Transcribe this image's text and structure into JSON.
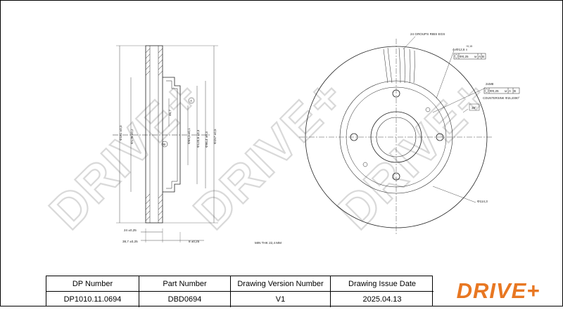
{
  "drawing": {
    "side_view_labels": {
      "dia_outer": "Φ257 ±0,5",
      "dia_hat": "Φ176 ±0,2",
      "dia_mid": "Φ161 ±0,3",
      "dia_bore": "Φ69,2 ±0,1",
      "dia_inner1": "Φ120,6 ±0,3",
      "dia_inner2": "Φ96,4 ±0,3",
      "height": "46,7",
      "thickness": "24 ±0,25",
      "overall": "38,7 ±0,25",
      "hat_thk": "8 ±0,25",
      "datum_a": "A",
      "datum_b": "B",
      "min_thk": "MIN THK 22,4 MM"
    },
    "front_view_labels": {
      "ribs": "24 GROUPS RIBS EGS",
      "holes": "4xΦ12,6",
      "holes_tol": "+0,15",
      "holes_tol2": "0",
      "fcf1_val": "Φ0,25",
      "fcf1_m": "M",
      "fcf1_a": "A",
      "fcf1_b": "B",
      "thread": "2xM8",
      "fcf2_val": "Φ0,25",
      "fcf2_m": "M",
      "fcf2_a": "A",
      "fcf2_b": "B",
      "countersink": "COUNTERSINK Φ15,4X90°",
      "angle": "38°",
      "pcd": "Φ114,3"
    },
    "watermark": "DRIVE+"
  },
  "title_block": {
    "headers": [
      "DP Number",
      "Part Number",
      "Drawing Version Number",
      "Drawing Issue Date"
    ],
    "values": [
      "DP1010.11.0694",
      "DBD0694",
      "V1",
      "2025.04.13"
    ]
  },
  "logo": {
    "text": "DRIVE+",
    "color": "#e87722"
  }
}
